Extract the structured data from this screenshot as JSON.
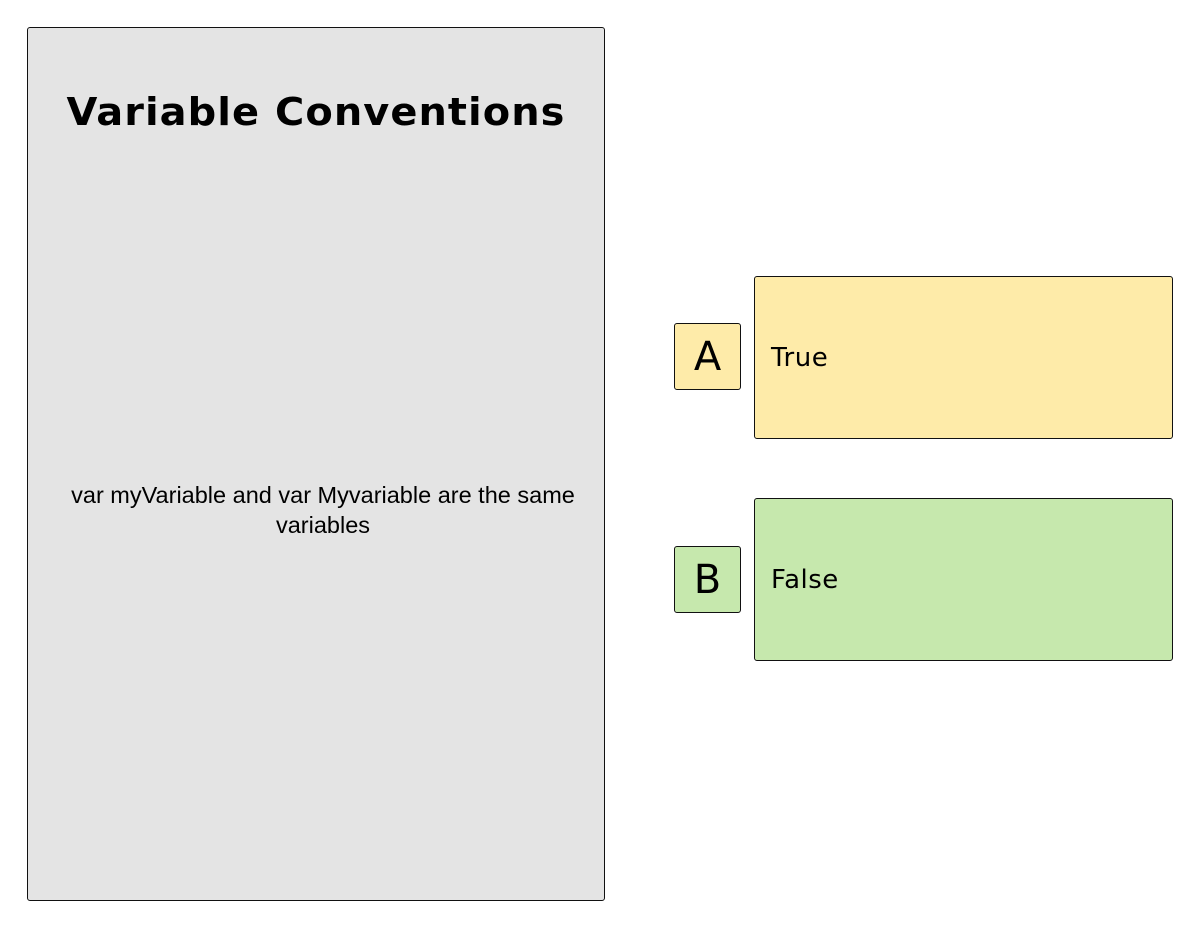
{
  "question": {
    "title": "Variable Conventions",
    "prompt": "var myVariable and var Myvariable are the same variables"
  },
  "options": [
    {
      "letter": "A",
      "text": "True",
      "color": "#feeba9"
    },
    {
      "letter": "B",
      "text": "False",
      "color": "#c6e8ad"
    }
  ]
}
